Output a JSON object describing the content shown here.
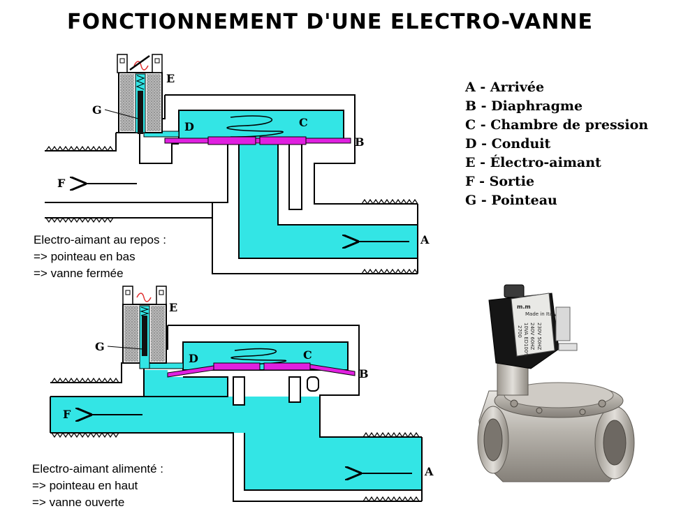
{
  "title": "FONCTIONNEMENT D'UNE ELECTRO-VANNE",
  "legend": [
    "A - Arrivée",
    "B - Diaphragme",
    "C - Chambre de pression",
    "D - Conduit",
    "E - Électro-aimant",
    "F - Sortie",
    "G - Pointeau"
  ],
  "diagram_top": {
    "labels": {
      "a": "A",
      "b": "B",
      "c": "C",
      "d": "D",
      "e": "E",
      "f": "F",
      "g": "G"
    },
    "caption": [
      "Electro-aimant au repos :",
      "=> pointeau en bas",
      "=> vanne fermée"
    ]
  },
  "diagram_bottom": {
    "labels": {
      "a": "A",
      "b": "B",
      "c": "C",
      "d": "D",
      "e": "E",
      "f": "F",
      "g": "G"
    },
    "caption": [
      "Electro-aimant alimenté :",
      "=> pointeau en haut",
      "=> vanne ouverte"
    ]
  },
  "photo": {
    "brand": "m.m",
    "plate": [
      "Made in Italy",
      "230V  50HZ",
      "240V  60HZ",
      "10VA  ED100%",
      "2700"
    ]
  },
  "colors": {
    "fluid": "#33e5e5",
    "diaphragm": "#e020e0",
    "coil": "#c8c8c8",
    "outline": "#000000"
  }
}
